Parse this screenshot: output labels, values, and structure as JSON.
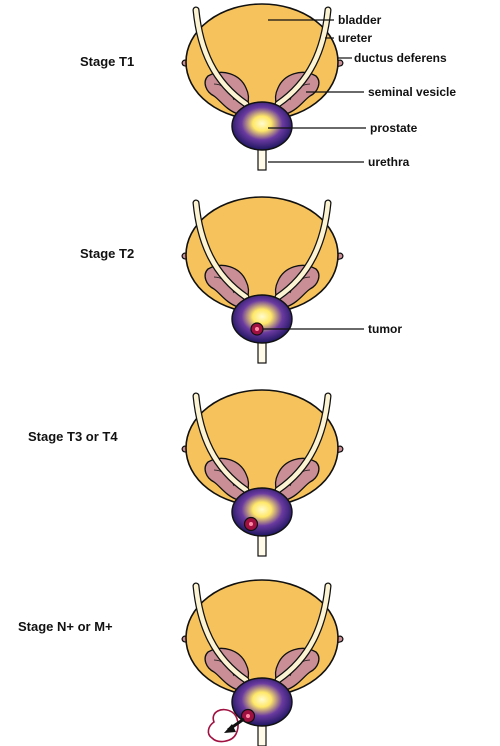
{
  "stages": [
    {
      "label": "Stage T1",
      "tumor": "none"
    },
    {
      "label": "Stage T2",
      "tumor": "small"
    },
    {
      "label": "Stage T3 or T4",
      "tumor": "extended"
    },
    {
      "label": "Stage N+ or M+",
      "tumor": "metastatic"
    }
  ],
  "anatomy_labels": {
    "bladder": "bladder",
    "ureter": "ureter",
    "ductus_deferens": "ductus deferens",
    "seminal_vesicle": "seminal vesicle",
    "prostate": "prostate",
    "urethra": "urethra",
    "tumor": "tumor"
  },
  "colors": {
    "bladder": "#f6c25c",
    "ureter": "#fbf3d2",
    "vesicle": "#c98e96",
    "prostate_outer": "#2a1f6e",
    "prostate_glow": "#ffe868",
    "urethra": "#fffbe8",
    "tumor": "#a01040",
    "outline": "#111111"
  }
}
